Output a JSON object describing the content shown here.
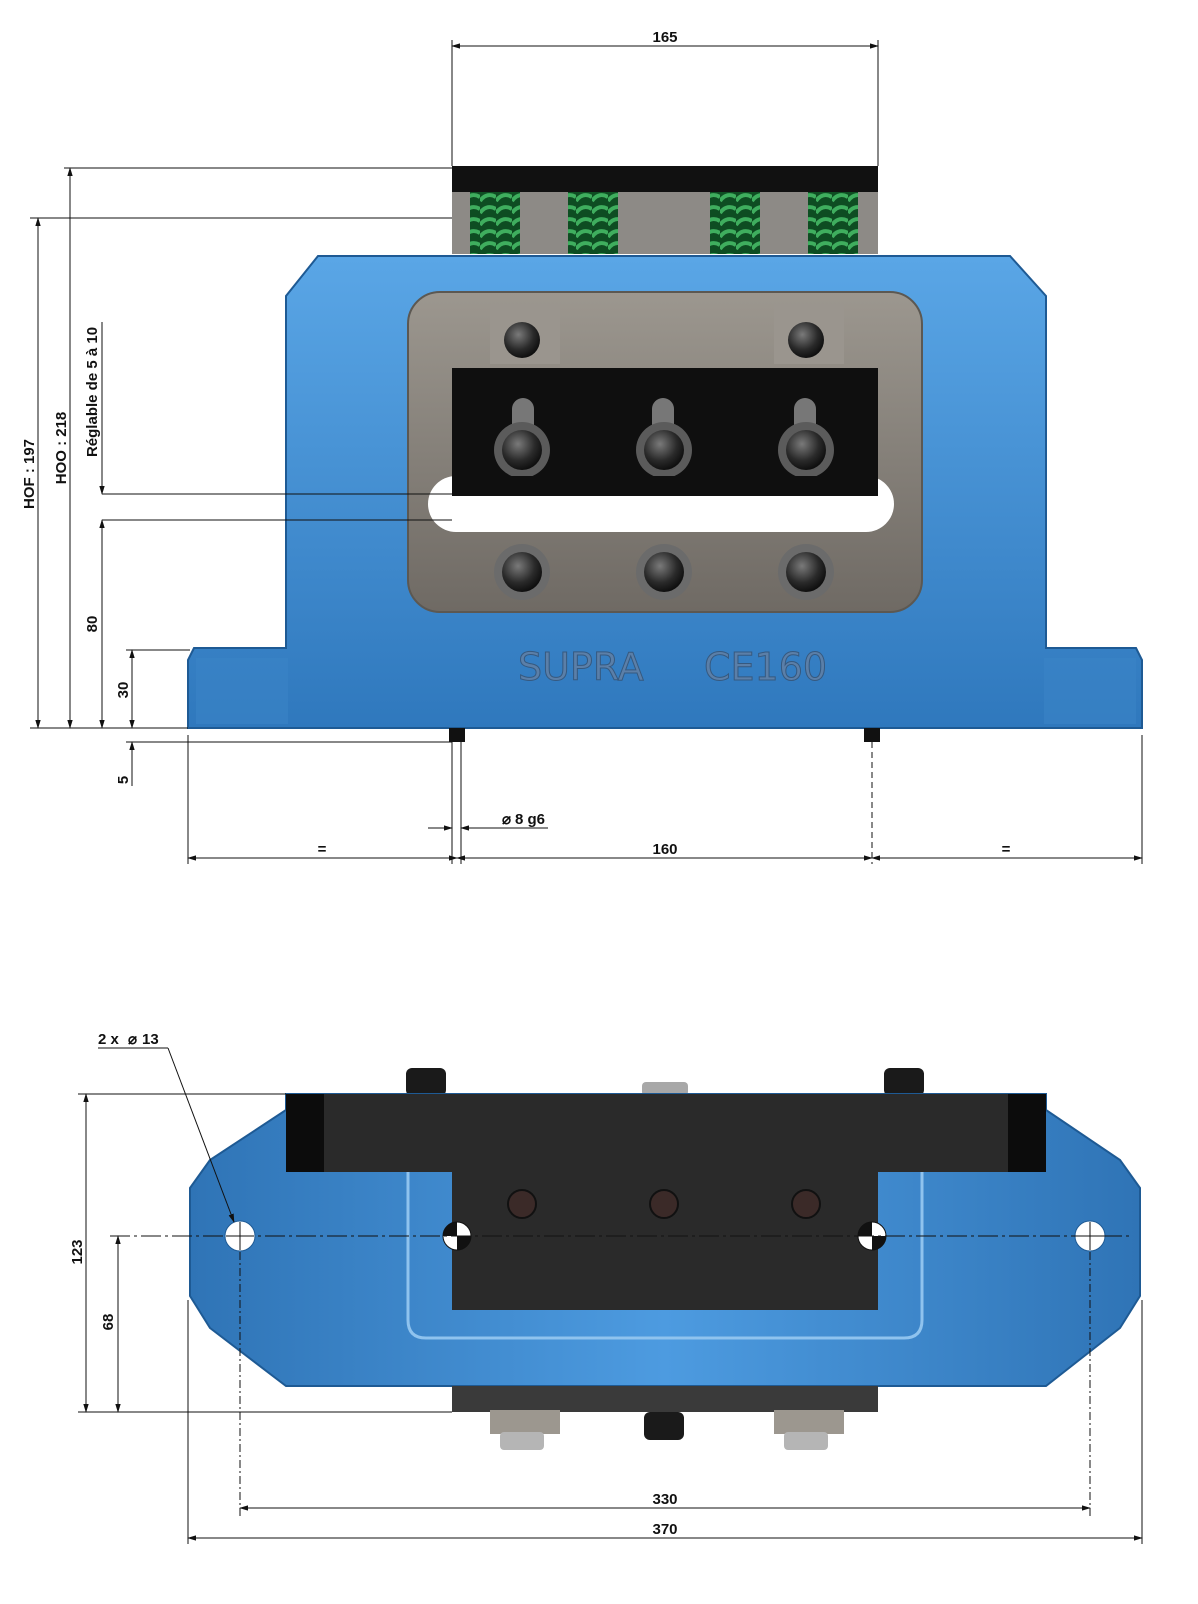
{
  "front_view": {
    "brand": "SUPRA",
    "model": "CE160",
    "dims": {
      "top_width": "165",
      "hof": "HOF : 197",
      "hoo": "HOO : 218",
      "adjustable": "Réglable de 5 à 10",
      "height_80": "80",
      "height_30": "30",
      "height_5": "5",
      "pin_diameter": "8 g6",
      "equal_left": "=",
      "pin_spacing": "160",
      "equal_right": "="
    }
  },
  "top_view": {
    "dims": {
      "holes": "2 x",
      "hole_diameter": "13",
      "depth_123": "123",
      "depth_68": "68",
      "hole_spacing": "330",
      "overall_width": "370"
    }
  },
  "colors": {
    "body_blue": "#3f8fd2",
    "plate_grey": "#8a857f",
    "clamp_black": "#111111",
    "spring_green": "#1f7a3a"
  }
}
